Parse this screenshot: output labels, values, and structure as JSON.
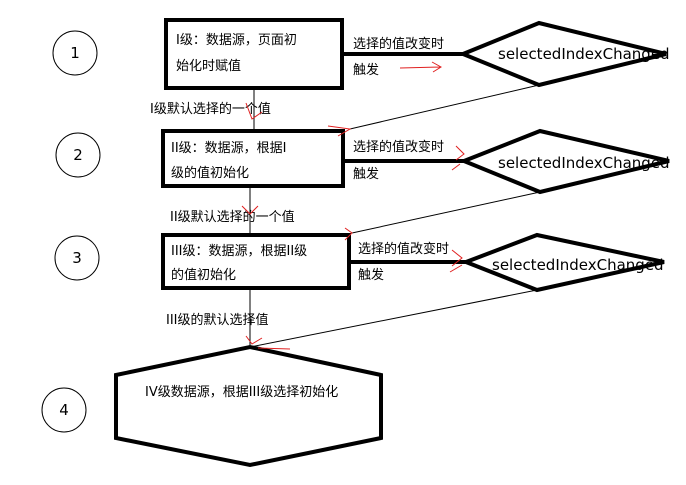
{
  "steps": [
    {
      "num": "1",
      "box_line1": "I级：数据源，页面初",
      "box_line2": "始化时赋值"
    },
    {
      "num": "2",
      "box_line1": "II级：数据源，根据I",
      "box_line2": "级的值初始化"
    },
    {
      "num": "3",
      "box_line1": "III级：数据源，根据II级",
      "box_line2": "的值初始化"
    },
    {
      "num": "4",
      "box_line1": "IV级数据源，根据III级选择初始化"
    }
  ],
  "event_label": {
    "line1": "选择的值改变时",
    "line2": "触发"
  },
  "event_name": "selectedIndexChanged",
  "default_labels": [
    "I级默认选择的一个值",
    "II级默认选择的一个值",
    "III级的默认选择值"
  ]
}
